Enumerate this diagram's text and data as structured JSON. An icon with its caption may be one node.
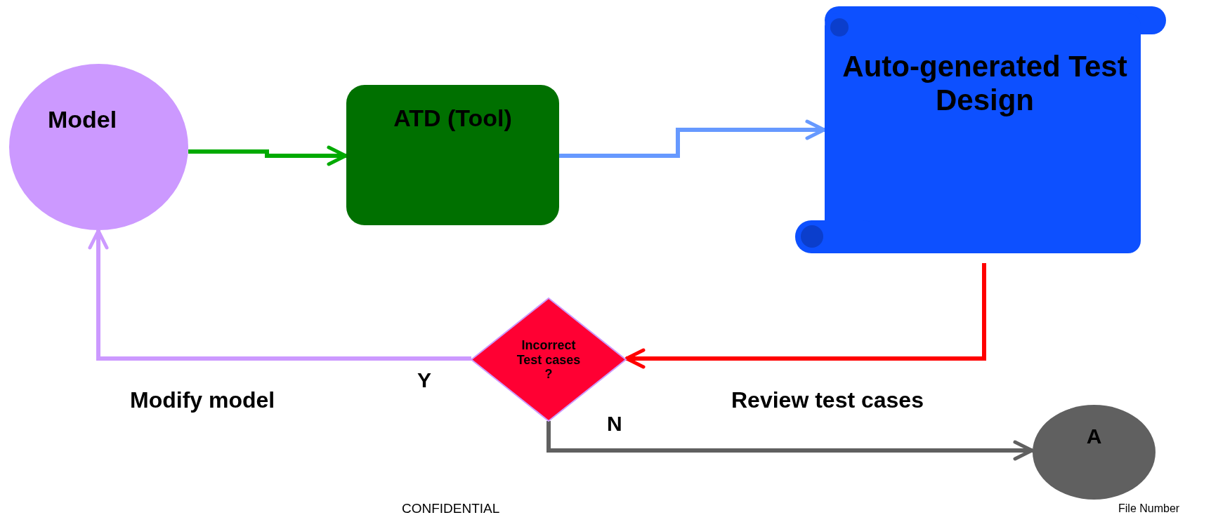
{
  "diagram": {
    "nodes": [
      {
        "text": [
          "Model"
        ]
      },
      {
        "text": [
          "ATD (Tool)"
        ]
      },
      {
        "text": [
          "Auto-generated Test Design"
        ]
      },
      {
        "text": [
          "Incorrect Test cases ?"
        ]
      },
      {
        "text": [
          "A"
        ]
      }
    ],
    "edges": [
      {
        "from": 0,
        "to": 1,
        "arrow": "to",
        "color": "#00aa00"
      },
      {
        "from": 1,
        "to": 2,
        "arrow": "to",
        "color": "#6699ff"
      },
      {
        "from": 2,
        "to": 3,
        "arrow": "to",
        "color": "#ff0000"
      },
      {
        "from": 3,
        "to": 0,
        "arrow": "to",
        "color": "#cc99ff"
      },
      {
        "from": 3,
        "to": 4,
        "arrow": "to",
        "color": "#606060"
      }
    ],
    "labels": [
      "Y",
      "Modify model",
      "N",
      "Review test cases",
      "CONFIDENTIAL",
      "File Number"
    ]
  }
}
